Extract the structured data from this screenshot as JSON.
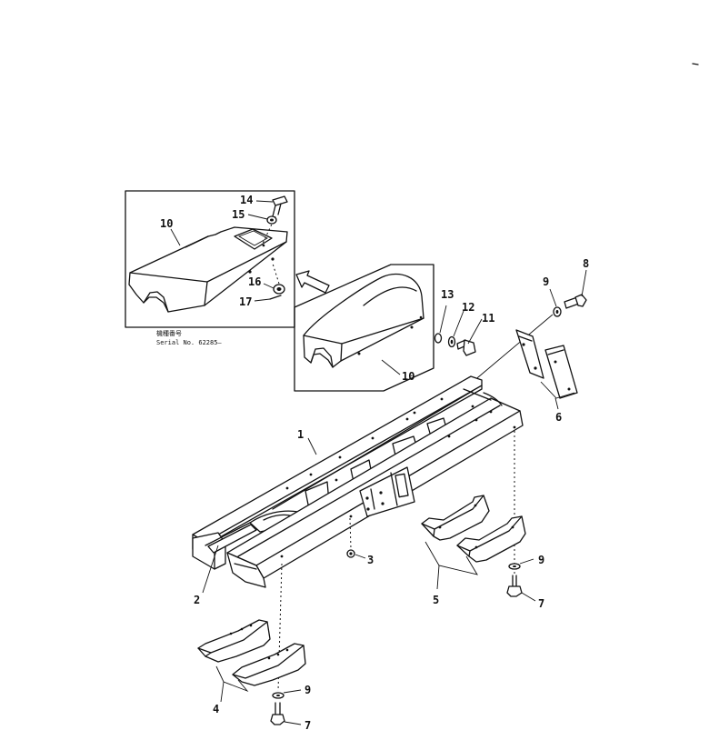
{
  "inset_note": {
    "jp": "機種番号",
    "serial": "Serial No. 62285—"
  },
  "callouts": {
    "c1": "1",
    "c2": "2",
    "c3": "3",
    "c4": "4",
    "c5": "5",
    "c6": "6",
    "c7a": "7",
    "c7b": "7",
    "c8": "8",
    "c9a": "9",
    "c9b": "9",
    "c9c": "9",
    "c10a": "10",
    "c10b": "10",
    "c11": "11",
    "c12": "12",
    "c13": "13",
    "c14": "14",
    "c15": "15",
    "c16": "16",
    "c17": "17"
  }
}
